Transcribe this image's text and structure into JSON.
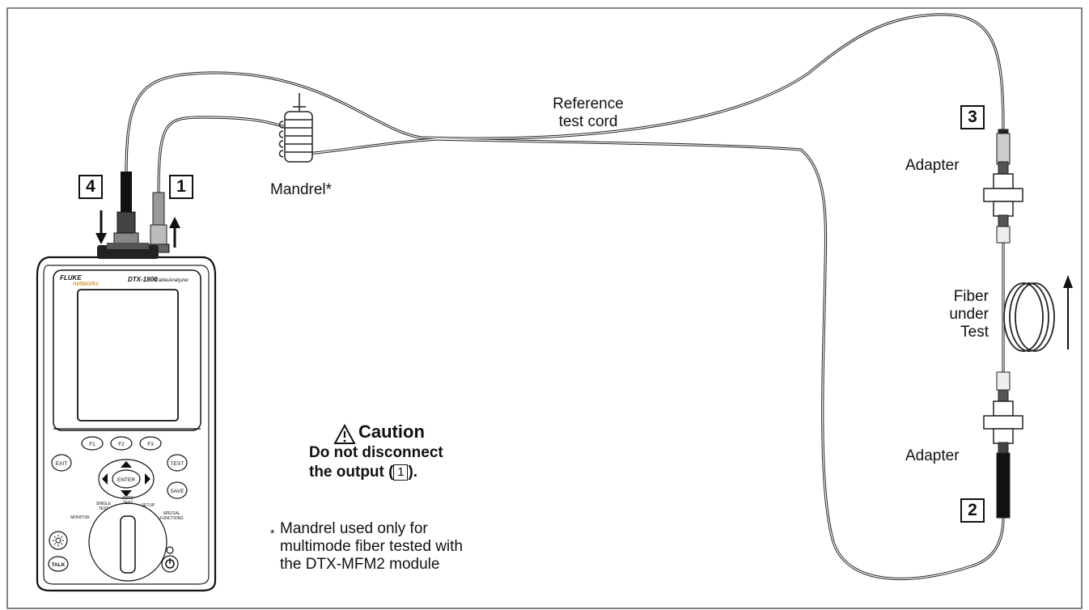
{
  "labels": {
    "reference_cord": [
      "Reference",
      "test cord"
    ],
    "mandrel": "Mandrel*",
    "adapter_top": "Adapter",
    "adapter_bottom": "Adapter",
    "fiber_under_test": [
      "Fiber",
      "under",
      "Test"
    ]
  },
  "callouts": {
    "port1": "1",
    "port2": "2",
    "port3": "3",
    "port4": "4"
  },
  "device": {
    "brand": "FLUKE",
    "brand_sub": "networks",
    "model": "DTX-1800",
    "model_suffix": "CableAnalyzer",
    "keys": {
      "f1": "F1",
      "f2": "F2",
      "f3": "F3",
      "exit": "EXIT",
      "test": "TEST",
      "enter": "ENTER",
      "save": "SAVE",
      "talk": "TALK"
    },
    "dial": {
      "monitor": "MONITOR",
      "single_test": [
        "SINGLE",
        "TEST"
      ],
      "auto_test": [
        "AUTO",
        "TEST"
      ],
      "setup": "SETUP",
      "special": [
        "SPECIAL",
        "FUNCTIONS"
      ]
    }
  },
  "caution": {
    "title": "Caution",
    "line1": "Do not disconnect",
    "line2_pre": "the output (",
    "line2_box": "1",
    "line2_post": ")."
  },
  "footnote": {
    "marker": "*",
    "lines": [
      "Mandrel used only for",
      "multimode fiber tested with",
      "the DTX-MFM2 module"
    ]
  }
}
